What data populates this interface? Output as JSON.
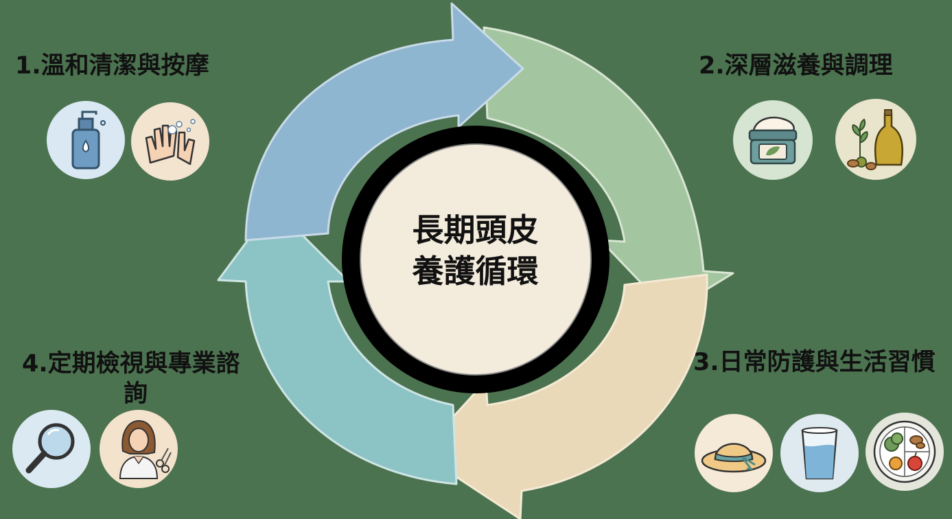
{
  "diagram": {
    "center": {
      "line1": "長期頭皮",
      "line2": "養護循環"
    },
    "steps": [
      {
        "title": "1.溫和清潔與按摩",
        "icons": [
          "shampoo-bottle-icon",
          "hands-washing-icon"
        ],
        "color": "#8fb6d0"
      },
      {
        "title": "2.深層滋養與調理",
        "icons": [
          "cream-jar-icon",
          "oil-and-nuts-icon"
        ],
        "color": "#a3c5a0"
      },
      {
        "title": "3.日常防護與生活習慣",
        "icons": [
          "sun-hat-icon",
          "water-glass-icon",
          "healthy-plate-icon"
        ],
        "color": "#ead9b8"
      },
      {
        "title_line1": "4.定期檢視與專業諮",
        "title_line2": "詢",
        "icons": [
          "magnifier-icon",
          "hairdresser-icon"
        ],
        "color": "#8cc3c4"
      }
    ],
    "colors": {
      "background": "#4c7350",
      "center_fill": "#f3ecdc",
      "ring": "#000000",
      "outline": "#6e8da6"
    }
  }
}
